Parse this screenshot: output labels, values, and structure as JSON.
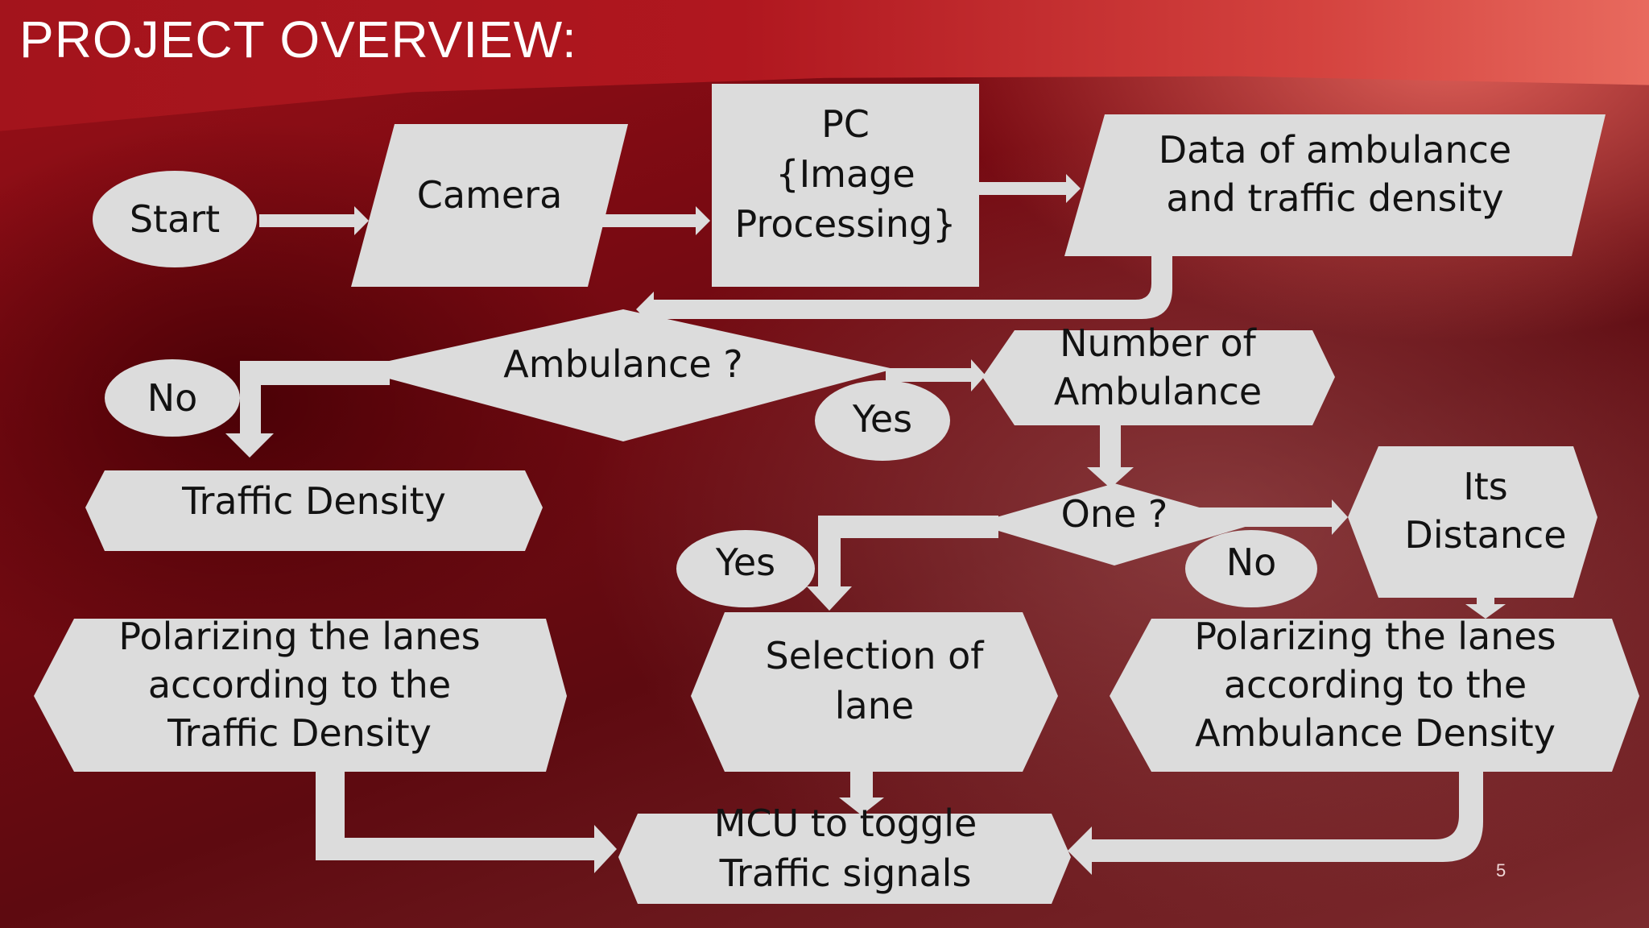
{
  "slide": {
    "title": "PROJECT OVERVIEW:",
    "page_number": "5"
  },
  "nodes": {
    "start": [
      "Start"
    ],
    "camera": [
      "Camera"
    ],
    "pc": [
      "PC",
      "{Image",
      "Processing}"
    ],
    "data": [
      "Data of ambulance",
      "and traffic density"
    ],
    "ambulance_decision": [
      "Ambulance ?"
    ],
    "number_of_ambulance": [
      "Number of",
      "Ambulance"
    ],
    "traffic_density": [
      "Traffic Density"
    ],
    "one_decision": [
      "One ?"
    ],
    "its_distance": [
      "Its",
      "Distance"
    ],
    "polarize_traffic": [
      "Polarizing the lanes",
      "according to the",
      "Traffic Density"
    ],
    "selection_of_lane": [
      "Selection of",
      "lane"
    ],
    "polarize_ambulance": [
      "Polarizing the lanes",
      "according to the",
      "Ambulance Density"
    ],
    "mcu": [
      "MCU to toggle",
      "Traffic signals"
    ]
  },
  "branch_labels": {
    "ambulance_no": "No",
    "ambulance_yes": "Yes",
    "one_yes": "Yes",
    "one_no": "No"
  },
  "colors": {
    "shape_fill": "#dcdcdc",
    "text": "#121212",
    "title": "#ffffff"
  }
}
